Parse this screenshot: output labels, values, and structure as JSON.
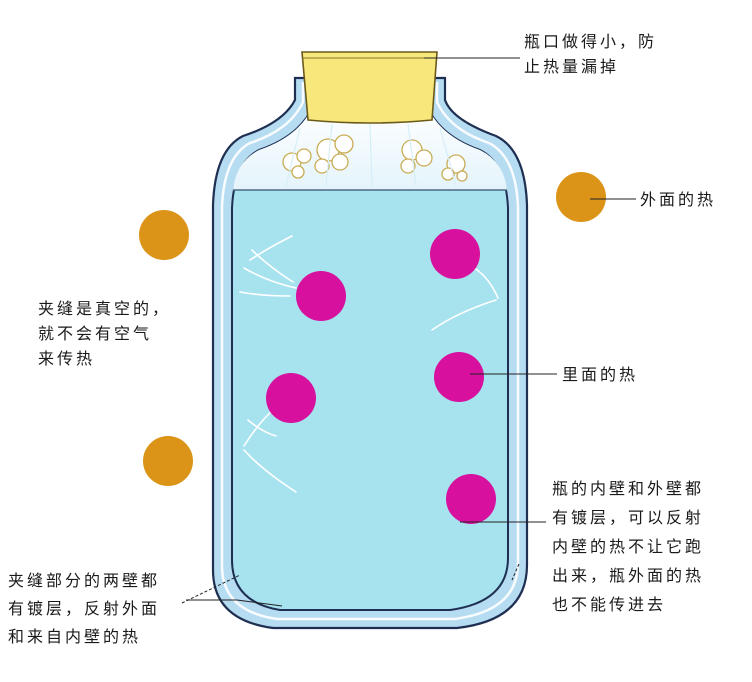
{
  "labels": {
    "mouth": [
      "瓶口做得小，防",
      "止热量漏掉"
    ],
    "outside_heat": "外面的热",
    "vacuum": [
      "夹缝是真空的，",
      "就不会有空气",
      "来传热"
    ],
    "inside_heat": "里面的热",
    "inner_outer_walls": [
      "瓶的内壁和外壁都",
      "有镀层，可以反射",
      "内壁的热不让它跑",
      "出来，瓶外面的热",
      "也不能传进去"
    ],
    "gap_walls": [
      "夹缝部分的两壁都",
      "有镀层，反射外面",
      "和来自内壁的热"
    ]
  },
  "colors": {
    "outside_heat": "#dc9418",
    "inside_heat": "#d8109e",
    "water": "#a7e2ef",
    "glass_shell": "#b6dcf2",
    "cork": "#f8e77a",
    "outline": "#1f2f52"
  }
}
